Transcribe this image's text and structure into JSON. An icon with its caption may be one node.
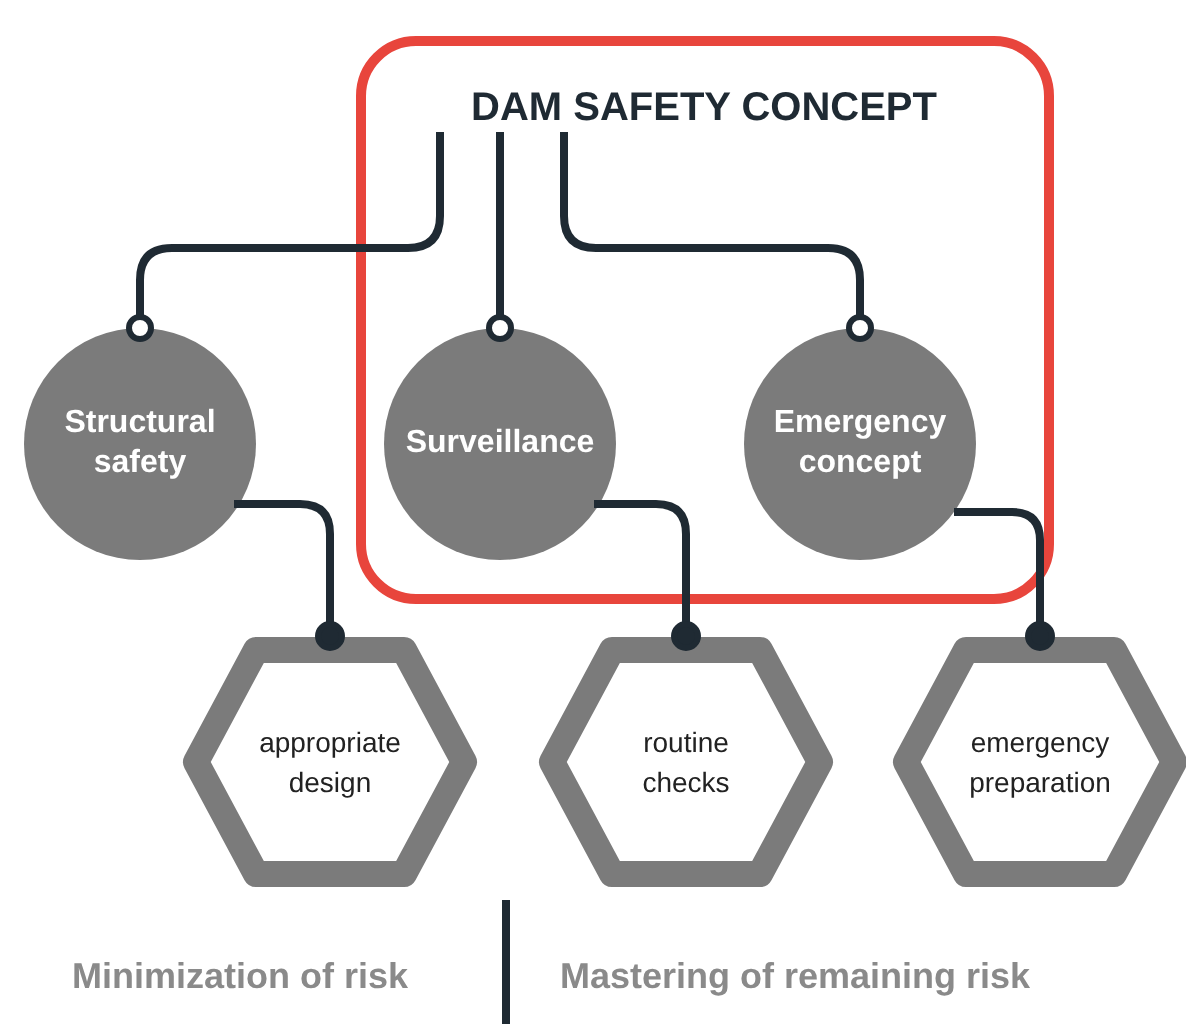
{
  "diagram": {
    "nodes": [
      {
        "text": [
          "DAM SAFETY CONCEPT"
        ]
      },
      {
        "text": [
          "Structural safety"
        ]
      },
      {
        "text": [
          "Surveillance"
        ]
      },
      {
        "text": [
          "Emergency concept"
        ]
      },
      {
        "text": [
          "appropriate design"
        ]
      },
      {
        "text": [
          "routine checks"
        ]
      },
      {
        "text": [
          "emergency preparation"
        ]
      }
    ],
    "edges": [
      {
        "from": 0,
        "to": 1,
        "arrow": "other"
      },
      {
        "from": 0,
        "to": 2,
        "arrow": "other"
      },
      {
        "from": 0,
        "to": 3,
        "arrow": "other"
      },
      {
        "from": 1,
        "to": 4,
        "arrow": "other"
      },
      {
        "from": 2,
        "to": 5,
        "arrow": "other"
      },
      {
        "from": 3,
        "to": 6,
        "arrow": "other"
      }
    ],
    "labels": [
      "Minimization of risk",
      "Mastering of remaining risk"
    ]
  }
}
